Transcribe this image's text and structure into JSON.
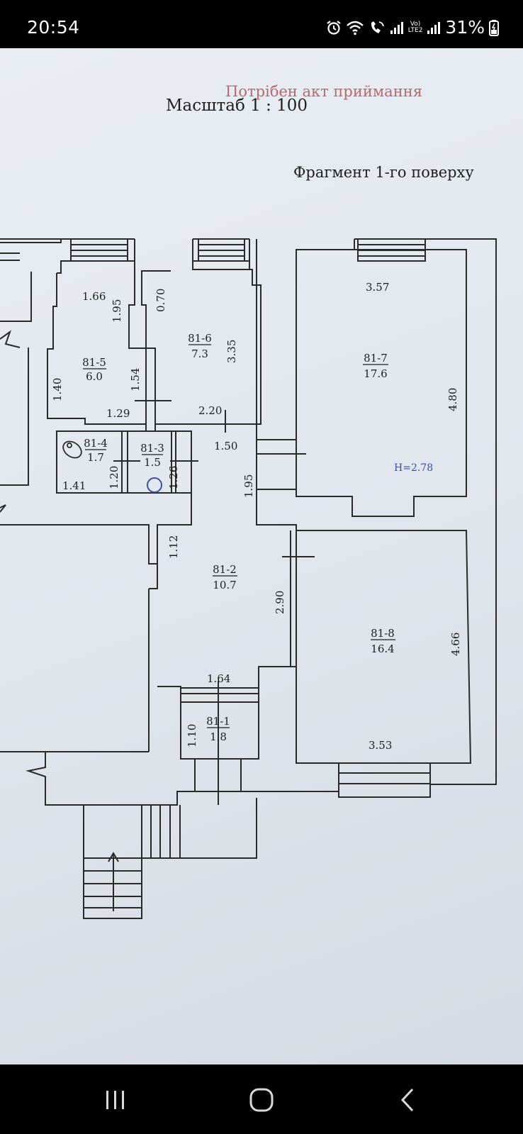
{
  "status_bar": {
    "time": "20:54",
    "network_label": "Vo)\nLTE2",
    "battery": "31%",
    "icons": [
      "alarm-icon",
      "wifi-icon",
      "wifi-call-icon",
      "signal-icon",
      "signal-icon",
      "battery-charging-icon"
    ]
  },
  "document": {
    "scale": "Масштаб 1 : 100",
    "stamp": "Потрібен акт приймання",
    "fragment": "Фрагмент 1-го поверху",
    "stamp_color": "#b86a6a",
    "height_note": "H=2.78",
    "height_note_color": "#3a4fa8"
  },
  "rooms": [
    {
      "id": "81-1",
      "area": "1.8"
    },
    {
      "id": "81-2",
      "area": "10.7"
    },
    {
      "id": "81-3",
      "area": "1.5"
    },
    {
      "id": "81-4",
      "area": "1.7"
    },
    {
      "id": "81-5",
      "area": "6.0"
    },
    {
      "id": "81-6",
      "area": "7.3"
    },
    {
      "id": "81-7",
      "area": "17.6"
    },
    {
      "id": "81-8",
      "area": "16.4"
    }
  ],
  "dimensions": {
    "d166": "1.66",
    "d195a": "1.95",
    "d070": "0.70",
    "d335": "3.35",
    "d357": "3.57",
    "d140": "1.40",
    "d154": "1.54",
    "d129": "1.29",
    "d220": "2.20",
    "d150": "1.50",
    "d480": "4.80",
    "d141": "1.41",
    "d120": "1.20",
    "d126": "1.26",
    "d195b": "1.95",
    "d112": "1.12",
    "d290": "2.90",
    "d466": "4.66",
    "d164": "1.64",
    "d110": "1.10",
    "d353": "3.53"
  },
  "navigation": {
    "buttons": [
      "recent-apps",
      "home",
      "back"
    ]
  }
}
